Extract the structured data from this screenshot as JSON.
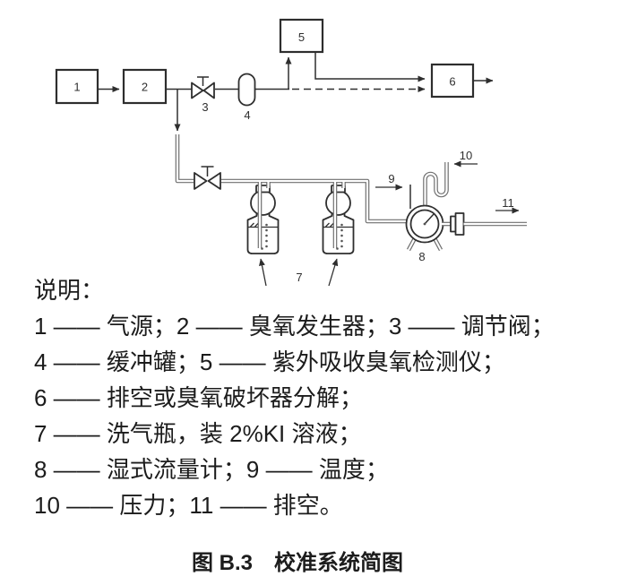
{
  "colors": {
    "background": "#ffffff",
    "line": "#2f2f2f",
    "pipe": "#6f6f6f",
    "text": "#1c1c1c"
  },
  "diagram": {
    "component_labels": {
      "c1": "1",
      "c2": "2",
      "c3": "3",
      "c4": "4",
      "c5": "5",
      "c6": "6",
      "c7": "7",
      "c8": "8",
      "c9": "9",
      "c10": "10",
      "c11": "11"
    }
  },
  "legend": {
    "title": "说明：",
    "lines": [
      "1 —— 气源；2 —— 臭氧发生器；3 —— 调节阀；",
      "4 —— 缓冲罐；5 —— 紫外吸收臭氧检测仪；",
      "6 —— 排空或臭氧破坏器分解；",
      "7 —— 洗气瓶，装 2%KI 溶液；",
      "8 —— 湿式流量计；9 —— 温度；",
      "10 —— 压力；11 —— 排空。"
    ]
  },
  "caption": "图 B.3　校准系统简图"
}
